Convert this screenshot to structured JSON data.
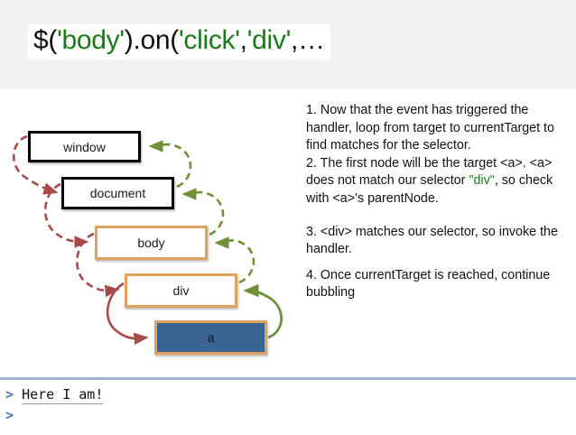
{
  "header": {
    "title_parts": [
      {
        "text": "$(",
        "kind": "plain"
      },
      {
        "text": "'body'",
        "kind": "string"
      },
      {
        "text": ").on(",
        "kind": "plain"
      },
      {
        "text": "'click'",
        "kind": "string"
      },
      {
        "text": ",",
        "kind": "plain"
      },
      {
        "text": "'div'",
        "kind": "string"
      },
      {
        "text": ",…",
        "kind": "plain"
      }
    ],
    "title_plain": "$('body').on('click','div',…",
    "background_color": "#f2f2f2",
    "string_color": "#1a7a1a"
  },
  "diagram": {
    "nodes": [
      {
        "id": "window",
        "label": "window",
        "style": "black-border-white-fill"
      },
      {
        "id": "document",
        "label": "document",
        "style": "black-border-white-fill"
      },
      {
        "id": "body",
        "label": "body",
        "style": "orange-border-white-fill"
      },
      {
        "id": "div",
        "label": "div",
        "style": "orange-border-white-fill"
      },
      {
        "id": "a",
        "label": "a",
        "style": "orange-border-blue-fill"
      }
    ],
    "capture_arrow_color": "#a84a4a",
    "bubble_arrow_color": "#6f8f3a",
    "target_fill_color": "#3a6493",
    "node_border_orange": "#e0a25c"
  },
  "notes": {
    "item1": "1. Now that the event has triggered the handler, loop from target to currentTarget to find matches for the selector.",
    "item2_before": "2. The first node will be the target <a>. <a> does not match our selector ",
    "item2_selector": "\"div\"",
    "item2_after": ", so check with <a>’s parentNode.",
    "item3": "3. <div> matches our selector, so invoke the handler.",
    "item4": "4. Once currentTarget is reached, continue bubbling"
  },
  "console": {
    "prompt": ">",
    "output": "Here I am!",
    "empty_prompt": ">",
    "prompt_color": "#4a78b8",
    "divider_color": "#9fb4cd"
  }
}
